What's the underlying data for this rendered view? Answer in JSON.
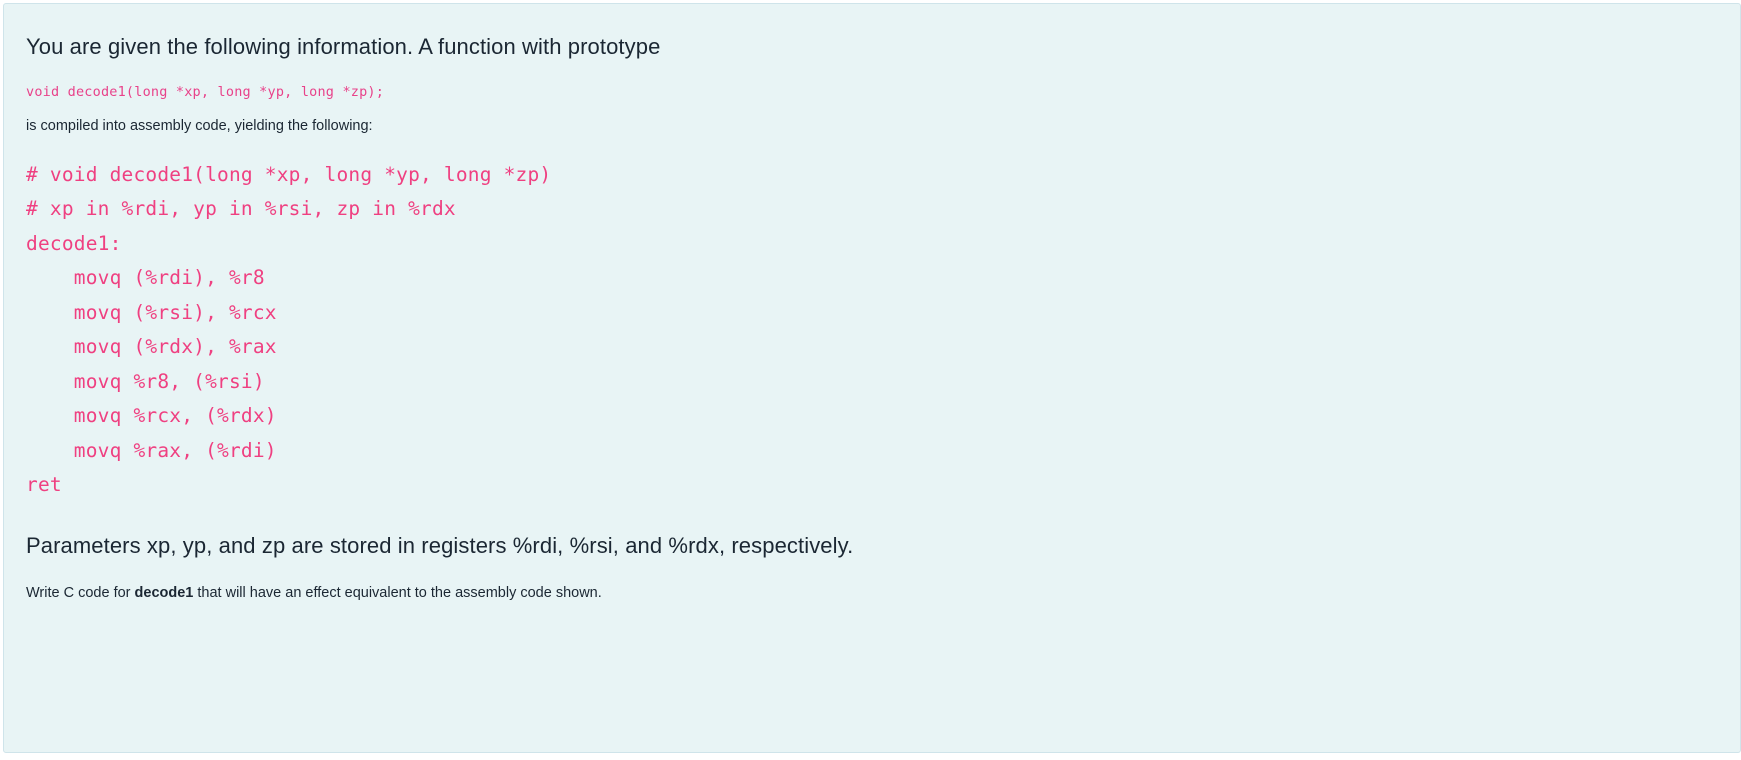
{
  "panel": {
    "background_color": "#e8f4f5",
    "border_color": "#cfe4ea"
  },
  "question": {
    "intro": "You are given the following information. A function with prototype",
    "prototype": "void decode1(long *xp, long *yp, long *zp);",
    "lead_in": "is compiled into assembly code, yielding the following:",
    "assembly": [
      "# void decode1(long *xp, long *yp, long *zp)",
      "# xp in %rdi, yp in %rsi, zp in %rdx",
      "decode1:",
      "    movq (%rdi), %r8",
      "    movq (%rsi), %rcx",
      "    movq (%rdx), %rax",
      "    movq %r8, (%rsi)",
      "    movq %rcx, (%rdx)",
      "    movq %rax, (%rdi)",
      "ret"
    ],
    "registers_note": "Parameters xp, yp, and zp are stored in registers %rdi, %rsi, and %rdx, respectively.",
    "task_prefix": "Write C code for ",
    "task_term": "decode1",
    "task_suffix": " that will have an effect equivalent to the assembly code shown."
  },
  "colors": {
    "code_pink": "#ef4081",
    "inline_code_pink": "#e8428a",
    "text_dark": "#1b2733"
  }
}
